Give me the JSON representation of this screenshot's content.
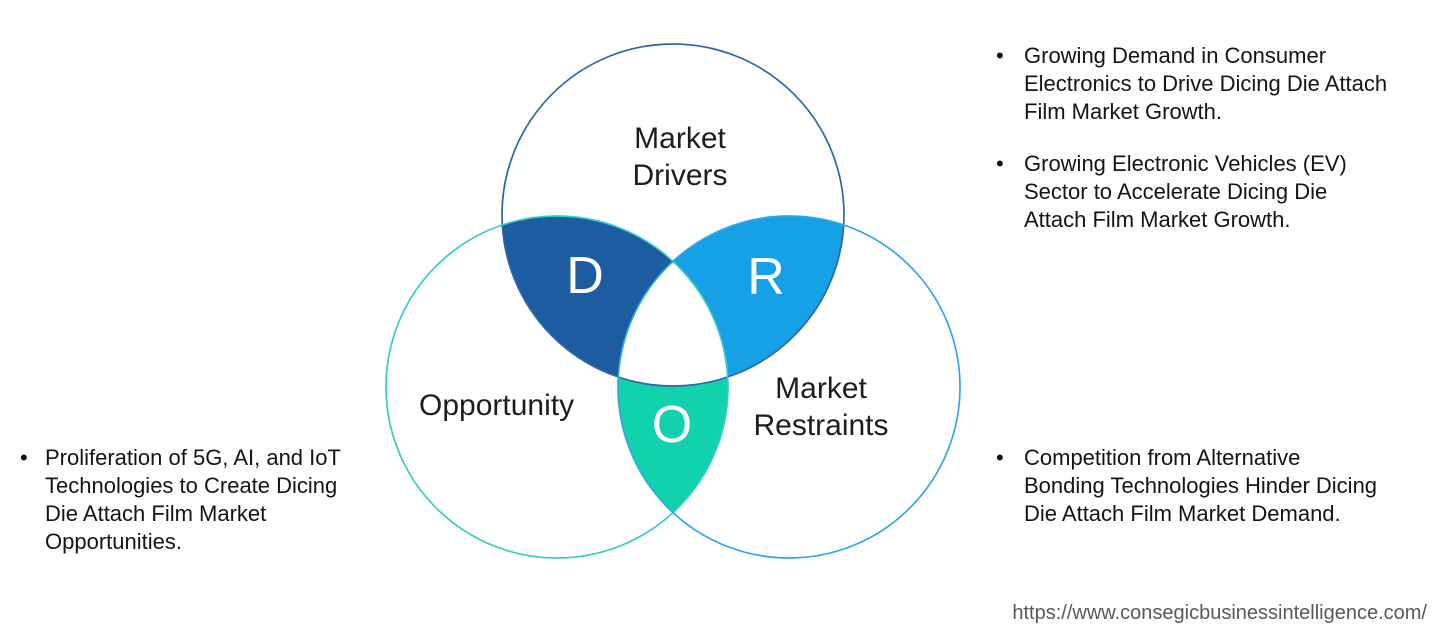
{
  "venn": {
    "labels": {
      "drivers": "Market\nDrivers",
      "opportunity": "Opportunity",
      "restraints": "Market\nRestraints"
    },
    "letters": {
      "drivers": "D",
      "restraints": "R",
      "opportunity": "O"
    },
    "colors": {
      "drivers_outline": "#2c66ae",
      "opportunity_outline": "#38cbc1",
      "restraints_outline": "#2fa7e4",
      "drivers_overlap_fill": "#1e5ca2",
      "restraints_overlap_fill": "#16a0e6",
      "opportunity_overlap_fill": "#10d2ac",
      "letter_color": "#ffffff"
    }
  },
  "ui": {
    "bullet_glyph": "•"
  },
  "bullets": {
    "top_right": [
      "Growing Demand in Consumer\nElectronics to Drive Dicing Die Attach\nFilm Market Growth.",
      "Growing Electronic Vehicles (EV)\nSector to Accelerate Dicing Die\nAttach Film Market Growth."
    ],
    "left": [
      "Proliferation of 5G, AI, and IoT\nTechnologies to Create Dicing\nDie Attach Film Market\nOpportunities."
    ],
    "bottom_right": [
      "Competition from Alternative\nBonding Technologies Hinder Dicing\nDie Attach Film Market Demand."
    ]
  },
  "footer": {
    "source_url": "https://www.consegicbusinessintelligence.com/"
  }
}
